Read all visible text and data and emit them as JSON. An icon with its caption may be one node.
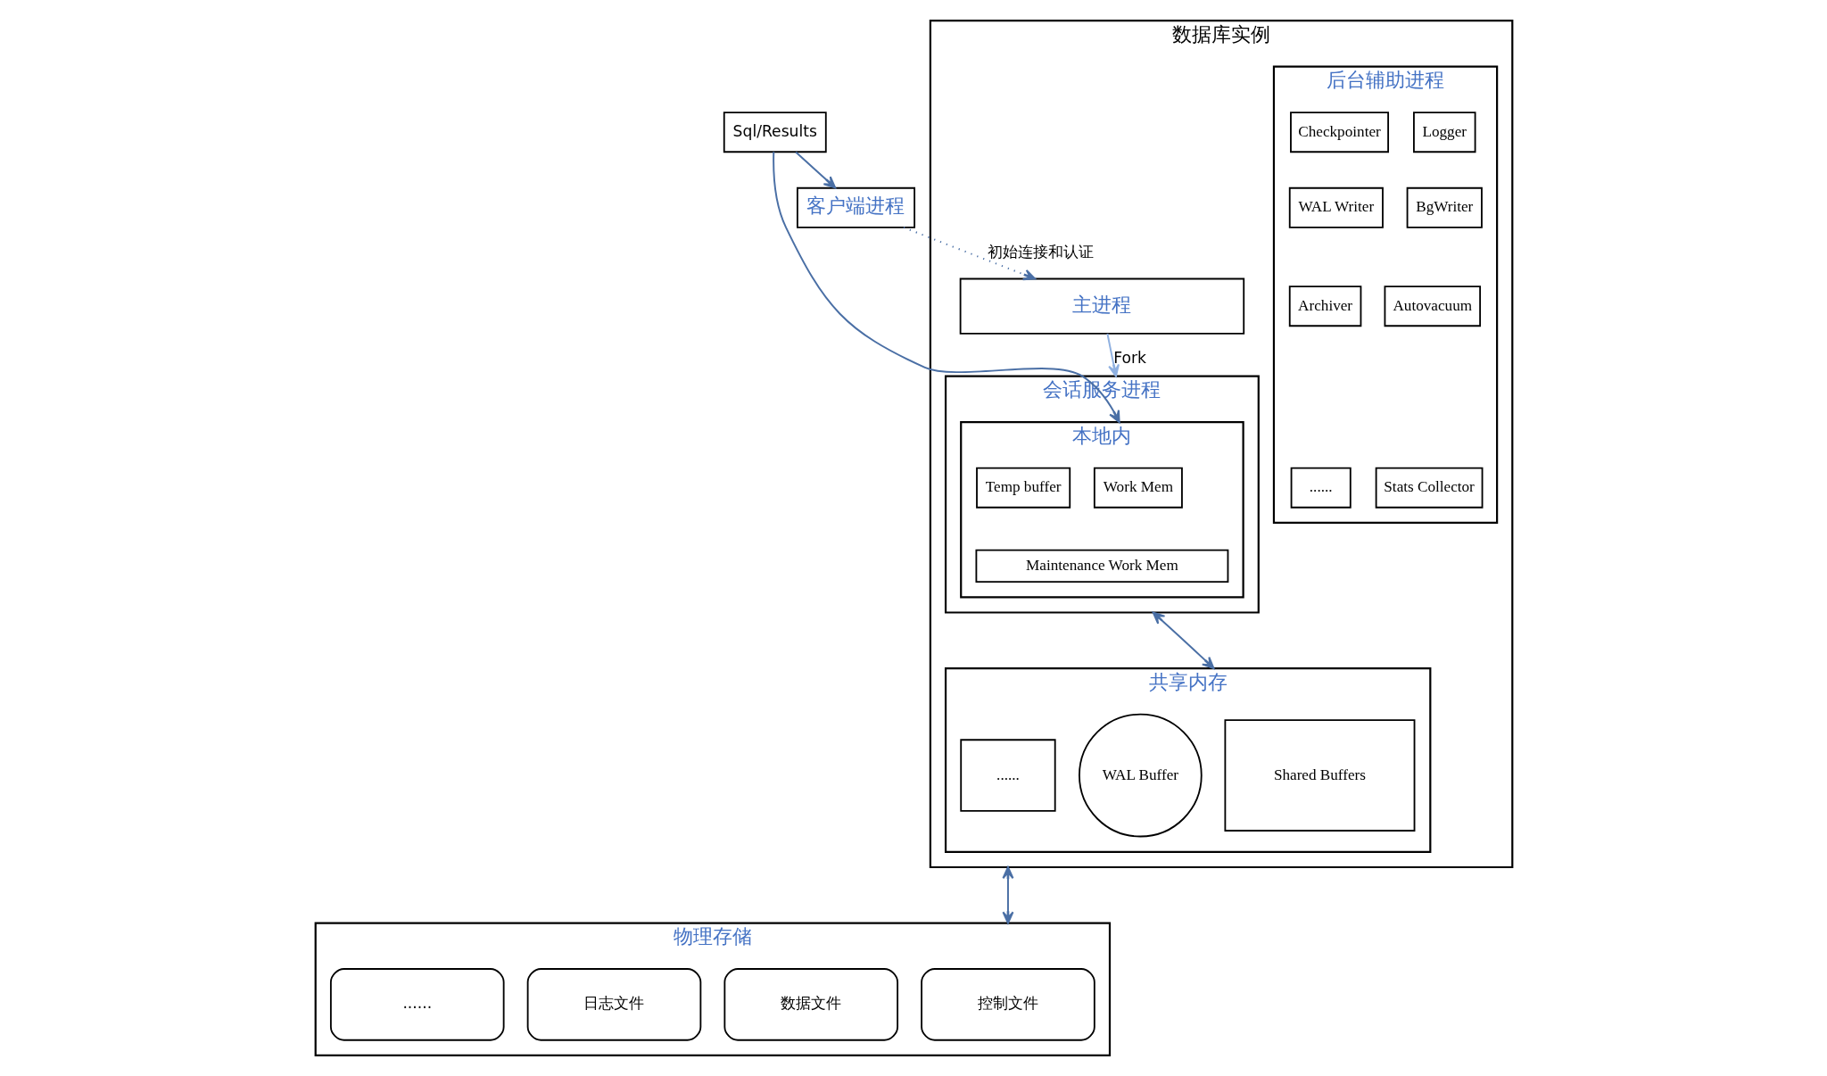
{
  "diagram": {
    "nodes": [
      {
        "text": [
          "客户端进程"
        ]
      },
      {
        "text": [
          "Sql/Results"
        ]
      },
      {
        "text": [
          "数据库实例"
        ]
      },
      {
        "text": [
          "主进程"
        ],
        "in": 2
      },
      {
        "text": [
          "会话服务进程"
        ],
        "in": 2
      },
      {
        "text": [
          "本地内"
        ],
        "in": 4
      },
      {
        "text": [
          "Work Mem"
        ],
        "in": 5
      },
      {
        "text": [
          "Temp buffer"
        ],
        "in": 5
      },
      {
        "text": [
          "Maintenance Work Mem"
        ],
        "in": 5
      },
      {
        "text": [
          "后台辅助进程"
        ],
        "in": 2
      },
      {
        "text": [
          "Logger"
        ],
        "in": 9
      },
      {
        "text": [
          "Checkpointer"
        ],
        "in": 9
      },
      {
        "text": [
          "BgWriter"
        ],
        "in": 9
      },
      {
        "text": [
          "WAL Writer"
        ],
        "in": 9
      },
      {
        "text": [
          "Autovacuum"
        ],
        "in": 9
      },
      {
        "text": [
          "Archiver"
        ],
        "in": 9
      },
      {
        "text": [
          "Stats Collector"
        ],
        "in": 9
      },
      {
        "text": [
          "......"
        ],
        "in": 9
      },
      {
        "text": [
          "共享内存"
        ],
        "in": 2
      },
      {
        "text": [
          "Shared Buffers"
        ],
        "in": 18
      },
      {
        "text": [
          "WAL Buffer"
        ],
        "in": 18
      },
      {
        "text": [
          "......"
        ],
        "in": 18
      },
      {
        "text": [
          "物理存储"
        ]
      },
      {
        "text": [
          "控制文件"
        ],
        "in": 22
      },
      {
        "text": [
          "数据文件"
        ],
        "in": 22
      },
      {
        "text": [
          "日志文件"
        ],
        "in": 22
      },
      {
        "text": [
          "......"
        ],
        "in": 22
      }
    ],
    "edges": [
      {
        "from": 1,
        "to": 0,
        "arrow": "to"
      },
      {
        "from": 0,
        "to": 3,
        "arrow": "to",
        "label": "初始连接和认证",
        "style": "dashed"
      },
      {
        "from": 3,
        "to": 4,
        "arrow": "to",
        "label": "Fork",
        "color": "#8fb0e0"
      },
      {
        "from": 1,
        "to": 5,
        "arrow": "to"
      },
      {
        "from": 4,
        "to": 18,
        "arrow": "both"
      },
      {
        "from": 2,
        "to": 22,
        "arrow": "both"
      }
    ]
  }
}
